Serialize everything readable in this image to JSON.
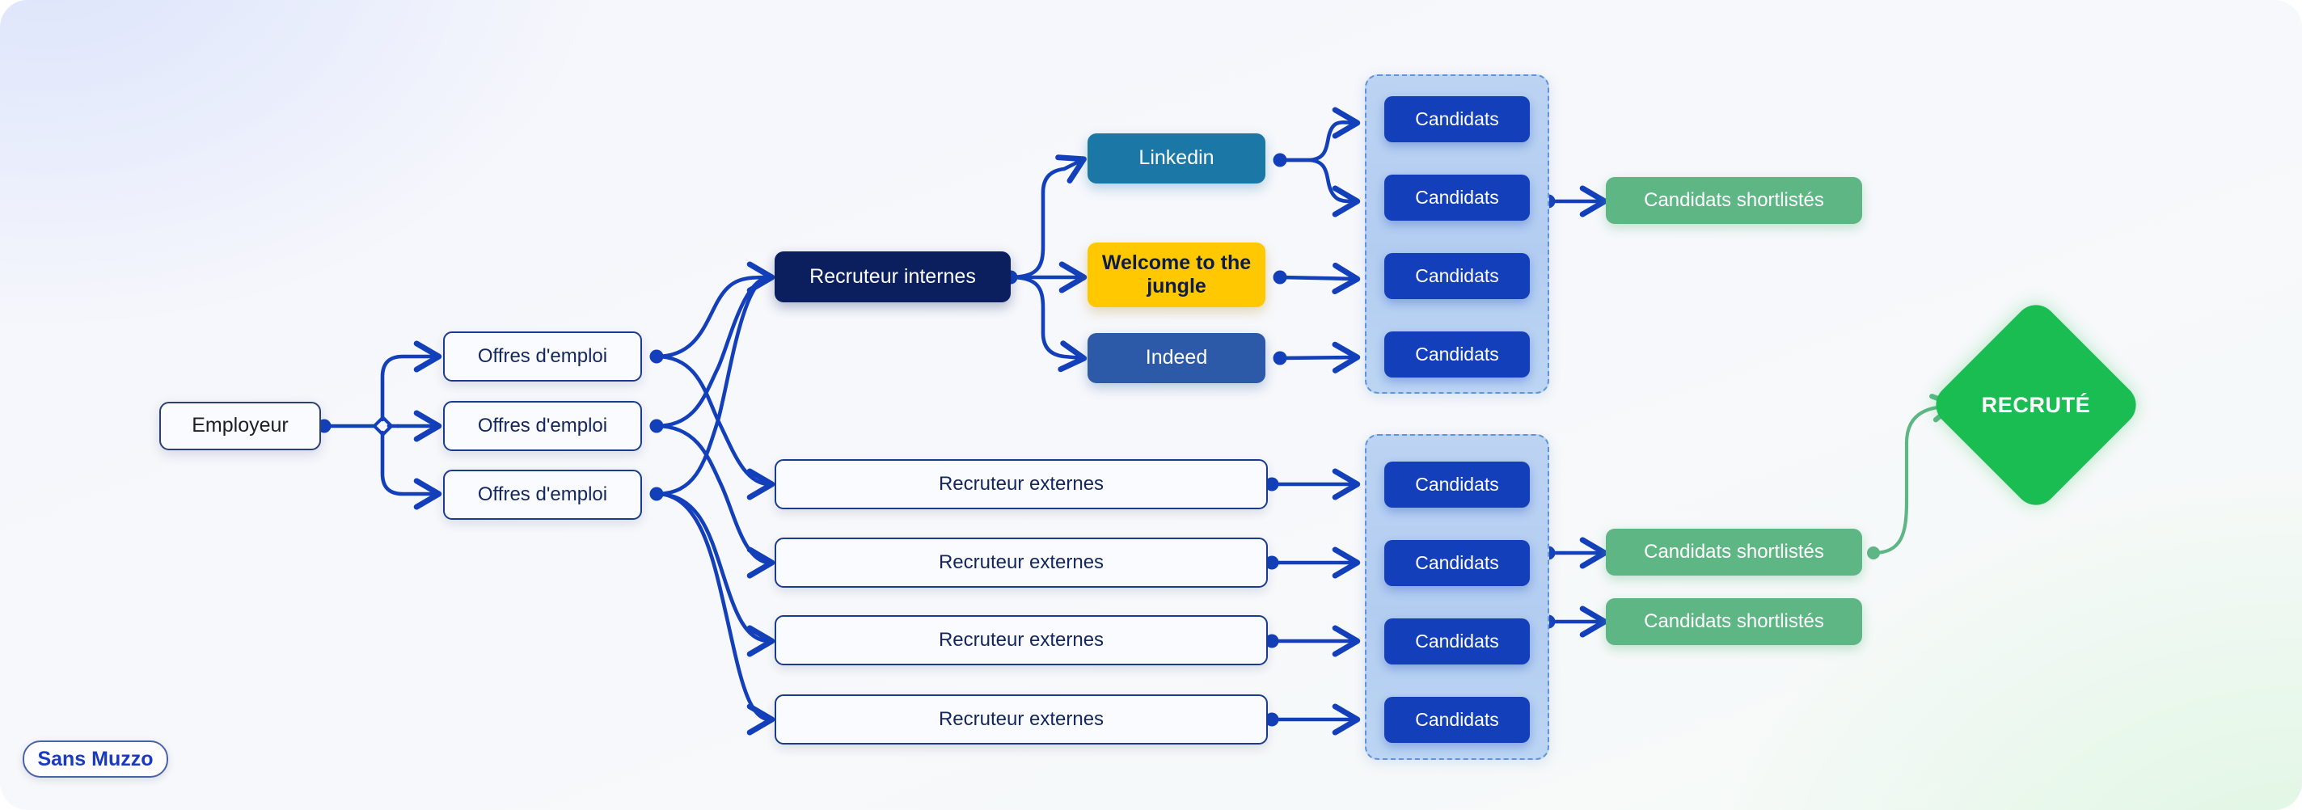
{
  "canvas": {
    "background_start": "#f5f6fc",
    "accent_blue": "#1340ba",
    "accent_green": "#19bd52"
  },
  "badge": {
    "label": "Sans Muzzo"
  },
  "nodes": {
    "employer": {
      "label": "Employeur"
    },
    "job_offers": [
      {
        "label": "Offres d'emploi"
      },
      {
        "label": "Offres d'emploi"
      },
      {
        "label": "Offres d'emploi"
      }
    ],
    "internal_recruiter": {
      "label": "Recruteur internes"
    },
    "job_boards": [
      {
        "label": "Linkedin",
        "color": "#1b78a6"
      },
      {
        "label": "Welcome to the jungle",
        "color": "#ffc800"
      },
      {
        "label": "Indeed",
        "color": "#2c5aa8"
      }
    ],
    "external_recruiters": [
      {
        "label": "Recruteur externes"
      },
      {
        "label": "Recruteur externes"
      },
      {
        "label": "Recruteur externes"
      },
      {
        "label": "Recruteur externes"
      }
    ],
    "candidates_top": [
      {
        "label": "Candidats"
      },
      {
        "label": "Candidats"
      },
      {
        "label": "Candidats"
      },
      {
        "label": "Candidats"
      }
    ],
    "candidates_bottom": [
      {
        "label": "Candidats"
      },
      {
        "label": "Candidats"
      },
      {
        "label": "Candidats"
      },
      {
        "label": "Candidats"
      }
    ],
    "shortlisted_top": [
      {
        "label": "Candidats shortlistés"
      }
    ],
    "shortlisted_bottom": [
      {
        "label": "Candidats shortlistés"
      },
      {
        "label": "Candidats shortlistés"
      }
    ],
    "hired": {
      "label": "RECRUTÉ"
    }
  }
}
